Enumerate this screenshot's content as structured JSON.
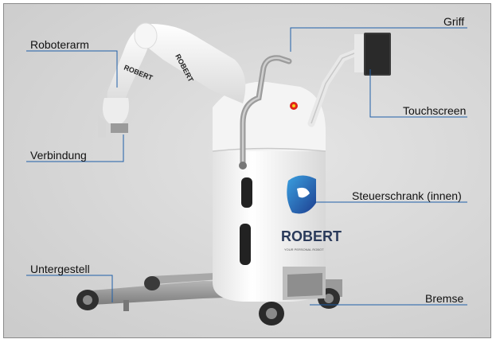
{
  "labels": {
    "roboterarm": "Roboterarm",
    "griff": "Griff",
    "touchscreen": "Touchscreen",
    "verbindung": "Verbindung",
    "steuerschrank": "Steuerschrank (innen)",
    "untergestell": "Untergestell",
    "bremse": "Bremse"
  },
  "branding": {
    "arm_logo": "ROBERT",
    "cabinet_logo": "ROBERT",
    "cabinet_tagline": "YOUR PERSONAL ROBOT"
  },
  "colors": {
    "leader_line": "#1f5fa8",
    "body_white": "#f2f2f2",
    "frame_gray": "#9a9a9a",
    "logo_blue": "#1e4fa3"
  }
}
